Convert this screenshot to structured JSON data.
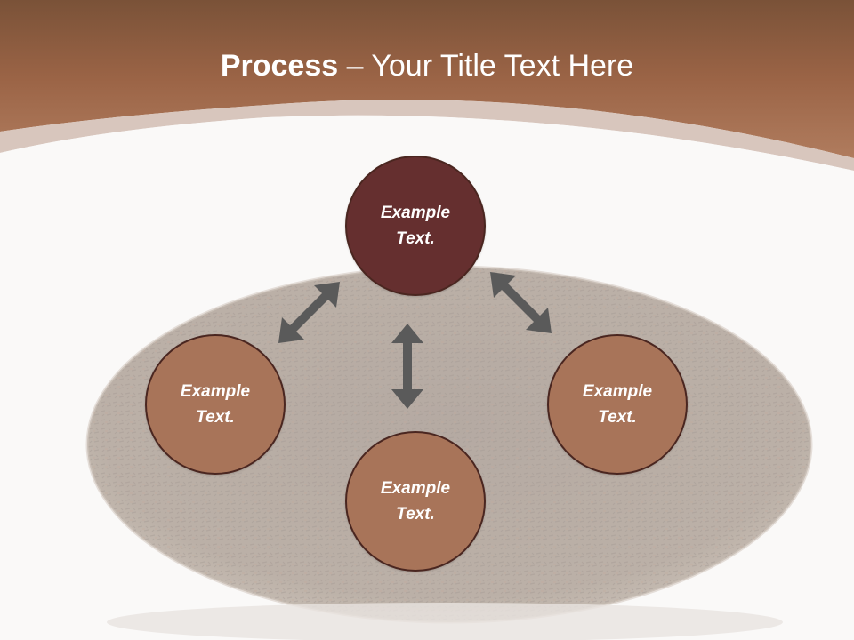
{
  "slide": {
    "title_bold": "Process",
    "title_rest": " – Your Title Text Here"
  },
  "colors": {
    "header": "#9b6446",
    "node_dark": "#652f2f",
    "node_light": "#a87459",
    "arrow": "#5a5a5a",
    "tea_disc": "#8c7b6e"
  },
  "nodes": [
    {
      "id": "top",
      "label": "Example Text."
    },
    {
      "id": "left",
      "label": "Example Text."
    },
    {
      "id": "right",
      "label": "Example Text."
    },
    {
      "id": "bottom",
      "label": "Example Text."
    }
  ]
}
